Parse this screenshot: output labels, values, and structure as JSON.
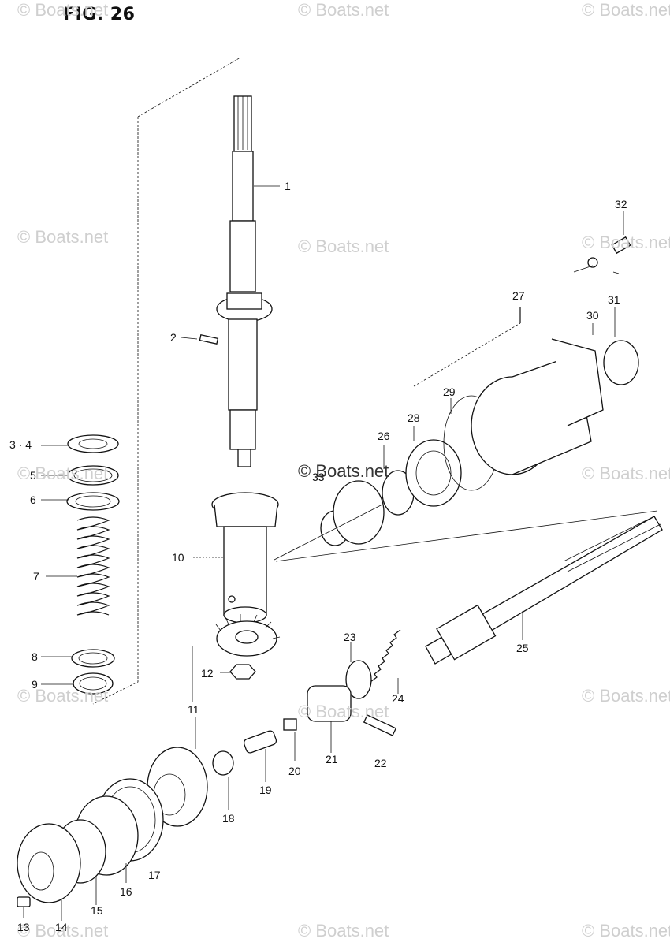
{
  "title": "FIG. 26",
  "watermark": "© Boats.net",
  "callouts": [
    {
      "id": "c1",
      "text": "1"
    },
    {
      "id": "c2",
      "text": "2"
    },
    {
      "id": "c3",
      "text": "3 · 4"
    },
    {
      "id": "c5",
      "text": "5"
    },
    {
      "id": "c6",
      "text": "6"
    },
    {
      "id": "c7",
      "text": "7"
    },
    {
      "id": "c8",
      "text": "8"
    },
    {
      "id": "c9",
      "text": "9"
    },
    {
      "id": "c10",
      "text": "10"
    },
    {
      "id": "c11",
      "text": "11"
    },
    {
      "id": "c12",
      "text": "12"
    },
    {
      "id": "c13",
      "text": "13"
    },
    {
      "id": "c14",
      "text": "14"
    },
    {
      "id": "c15",
      "text": "15"
    },
    {
      "id": "c16",
      "text": "16"
    },
    {
      "id": "c17",
      "text": "17"
    },
    {
      "id": "c18",
      "text": "18"
    },
    {
      "id": "c19",
      "text": "19"
    },
    {
      "id": "c20",
      "text": "20"
    },
    {
      "id": "c21",
      "text": "21"
    },
    {
      "id": "c22",
      "text": "22"
    },
    {
      "id": "c23",
      "text": "23"
    },
    {
      "id": "c24",
      "text": "24"
    },
    {
      "id": "c25",
      "text": "25"
    },
    {
      "id": "c26",
      "text": "26"
    },
    {
      "id": "c27",
      "text": "27"
    },
    {
      "id": "c28",
      "text": "28"
    },
    {
      "id": "c29",
      "text": "29"
    },
    {
      "id": "c30",
      "text": "30"
    },
    {
      "id": "c31",
      "text": "31"
    },
    {
      "id": "c32",
      "text": "32"
    },
    {
      "id": "c33",
      "text": "33"
    }
  ]
}
